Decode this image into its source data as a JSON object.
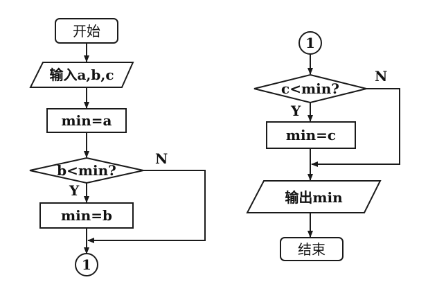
{
  "diagram": {
    "left": {
      "start": "开始",
      "input": "输入a,b,c",
      "assign_a": "min=a",
      "decision": "b<min?",
      "yes": "Y",
      "no": "N",
      "assign_b": "min=b",
      "connector": "1"
    },
    "right": {
      "connector": "1",
      "decision": "c<min?",
      "yes": "Y",
      "no": "N",
      "assign_c": "min=c",
      "output": "输出min",
      "end": "结束"
    }
  }
}
